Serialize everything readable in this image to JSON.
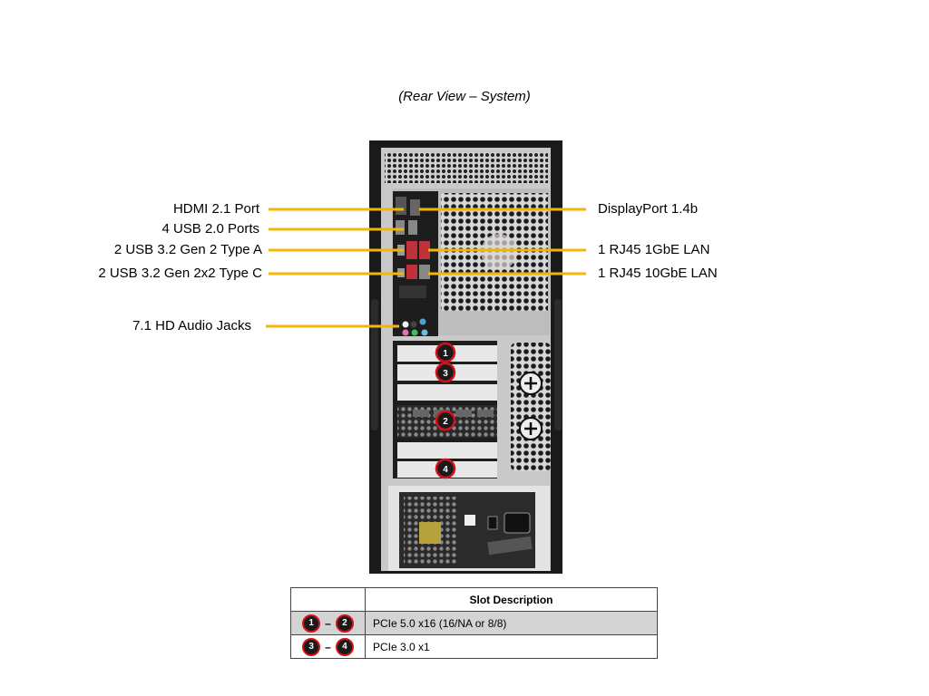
{
  "caption": "(Rear View – System)",
  "callouts_left": [
    {
      "id": "hdmi",
      "label": "HDMI 2.1 Port"
    },
    {
      "id": "usb20",
      "label": "4 USB 2.0 Ports"
    },
    {
      "id": "usb32a",
      "label": "2 USB 3.2 Gen 2 Type A"
    },
    {
      "id": "usb32c",
      "label": "2 USB 3.2 Gen 2x2 Type C"
    },
    {
      "id": "audio",
      "label": "7.1 HD Audio Jacks"
    }
  ],
  "callouts_right": [
    {
      "id": "dp",
      "label": "DisplayPort 1.4b"
    },
    {
      "id": "lan1g",
      "label": "1 RJ45 1GbE LAN"
    },
    {
      "id": "lan10g",
      "label": "1 RJ45 10GbE LAN"
    }
  ],
  "slot_badges": [
    "1",
    "3",
    "2",
    "4"
  ],
  "leader_color": "#f2b705",
  "badge_ring_color": "#d0121b",
  "table": {
    "header": "Slot Description",
    "rows": [
      {
        "from": "1",
        "to": "2",
        "dash": "–",
        "desc": "PCIe 5.0 x16 (16/NA or 8/8)"
      },
      {
        "from": "3",
        "to": "4",
        "dash": "–",
        "desc": "PCIe 3.0 x1"
      }
    ]
  }
}
